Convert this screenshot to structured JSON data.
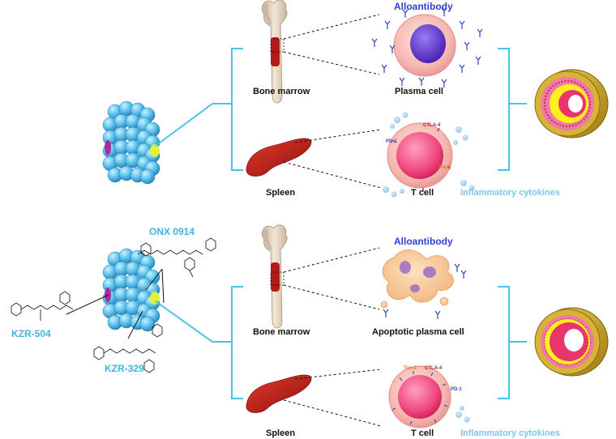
{
  "top": {
    "alloantibody": "Alloantibody",
    "bone_marrow": "Bone marrow",
    "plasma_cell": "Plasma cell",
    "spleen": "Spleen",
    "t_cell": "T cell",
    "inflammatory": "Inflammatory cytokines",
    "ctla4": "CTLA-4",
    "pd1": "PD-1",
    "tim3": "Tim-3"
  },
  "bottom": {
    "onx": "ONX 0914",
    "kzr504": "KZR-504",
    "kzr329": "KZR-329",
    "alloantibody": "Alloantibody",
    "bone_marrow": "Bone marrow",
    "apoptotic": "Apoptotic plasma cell",
    "spleen": "Spleen",
    "t_cell": "T cell",
    "inflammatory": "Inflammatory cytokines",
    "tim3": "Tim-3",
    "ctla4": "CTLA-4",
    "pd1": "PD-1"
  },
  "colors": {
    "proteasome": "#6cc9f0",
    "connector": "#49c3e6",
    "bone_red": "#b31a1a",
    "cell_pink": "#f4b9b5",
    "nucleus": "#6b3fd6",
    "vessel_gold": "#d1a91e",
    "vessel_yellow": "#ffef1a",
    "vessel_lumen": "#e8356a"
  }
}
